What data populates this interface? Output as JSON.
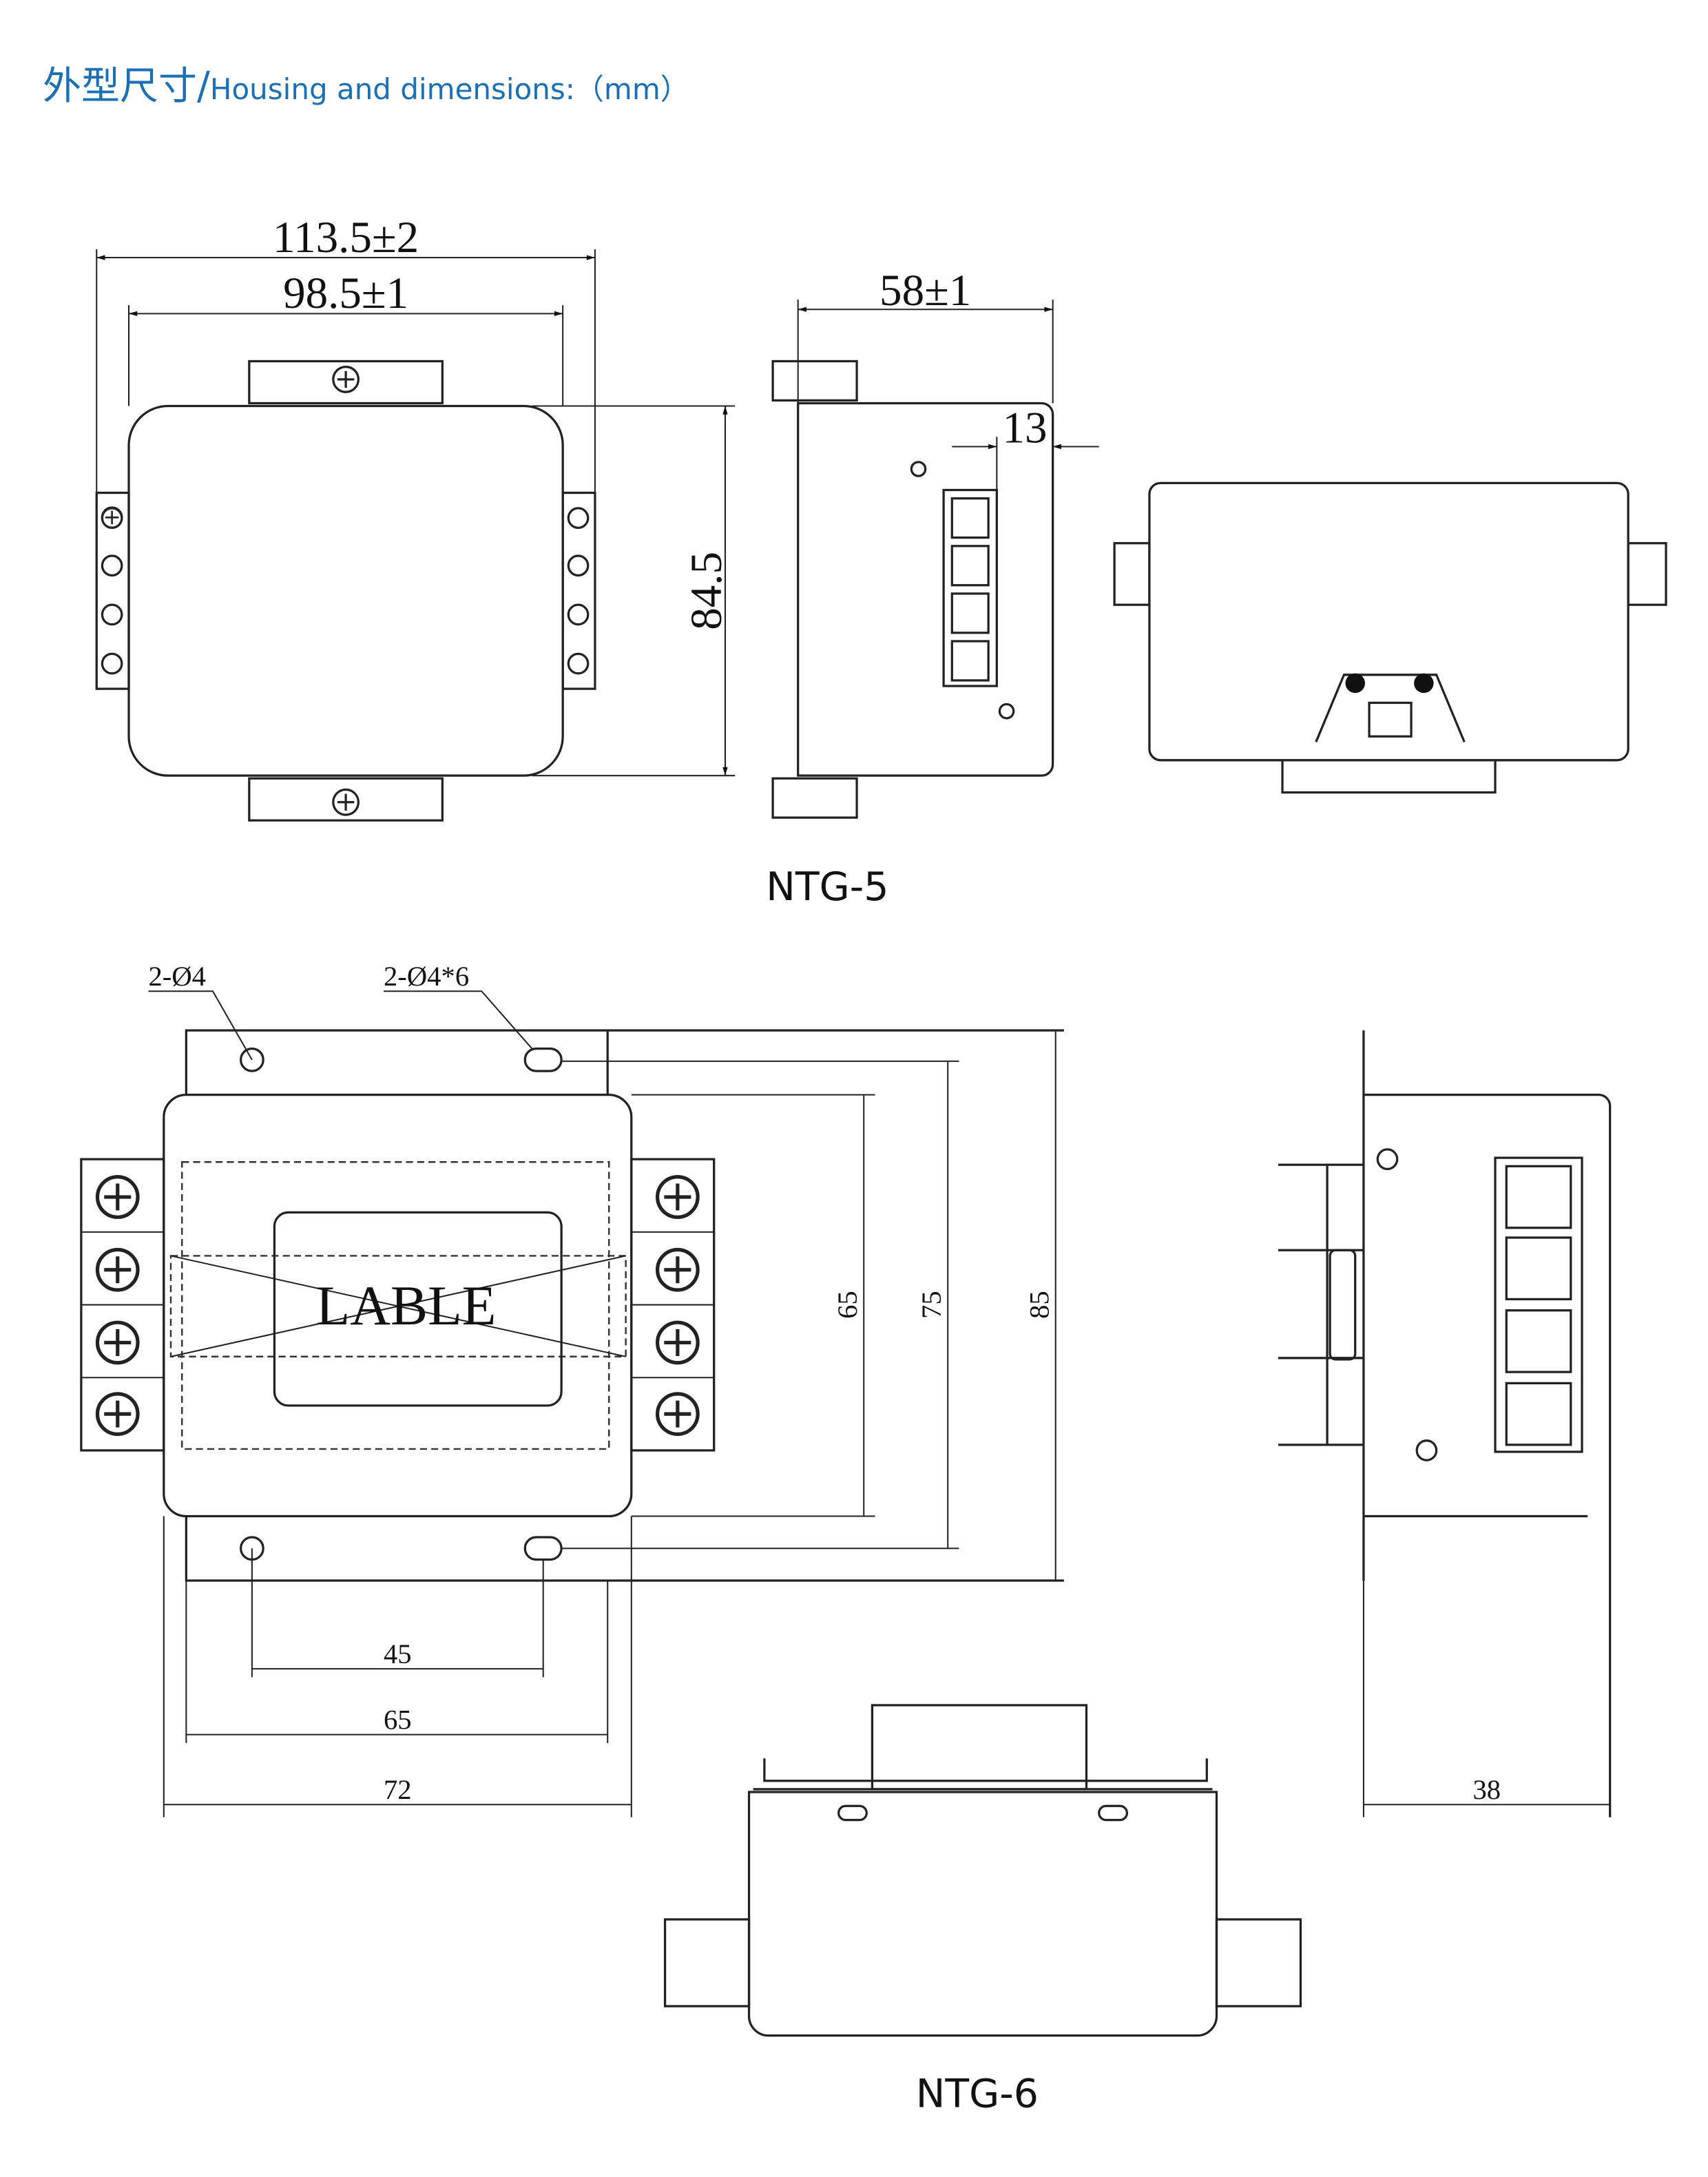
{
  "header": {
    "title_cn": "外型尺寸",
    "title_sep": "/",
    "title_en": "Housing and dimensions:（mm）",
    "accent_color": "#1a6fb5"
  },
  "ntg5": {
    "model": "NTG-5",
    "dims": {
      "overall_width": "113.5±2",
      "body_width": "98.5±1",
      "depth": "58±1",
      "terminal_offset": "13",
      "height": "84.5"
    }
  },
  "ntg6": {
    "model": "NTG-6",
    "callouts": {
      "hole": "2-Ø4",
      "slot": "2-Ø4*6"
    },
    "label_text": "LABLE",
    "dims": {
      "h1": "65",
      "h2": "75",
      "h3": "85",
      "w1": "45",
      "w2": "65",
      "w3": "72",
      "depth": "38"
    }
  }
}
